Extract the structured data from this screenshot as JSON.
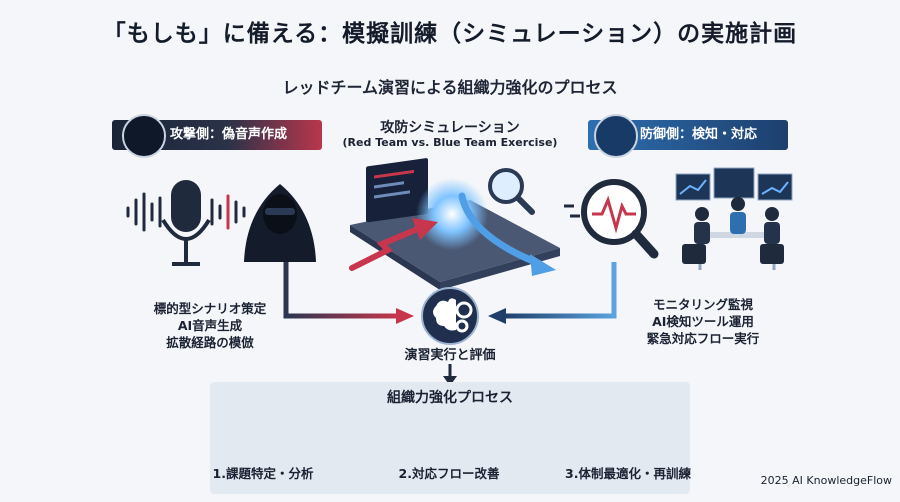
{
  "title": "「もしも」に備える：模擬訓練（シミュレーション）の実施計画",
  "subtitle": "レッドチーム演習による組織力強化のプロセス",
  "attack": {
    "label": "攻撃側：偽音声作成",
    "items": [
      "標的型シナリオ策定",
      "AI音声生成",
      "拡散経路の模倣"
    ]
  },
  "simulation": {
    "title": "攻防シミュレーション",
    "subtitle": "(Red Team vs. Blue Team Exercise)"
  },
  "defense": {
    "label": "防御側：検知・対応",
    "items": [
      "モニタリング監視",
      "AI検知ツール運用",
      "緊急対応フロー実行"
    ]
  },
  "execution": {
    "label": "演習実行と評価"
  },
  "process": {
    "title": "組織力強化プロセス",
    "steps": [
      "1.課題特定・分析",
      "2.対応フロー改善",
      "3.体制最適化・再訓練"
    ]
  },
  "credit": "2025 AI KnowledgeFlow",
  "colors": {
    "red": "#c7364c",
    "blue": "#1f4f86",
    "navy": "#0e1828"
  }
}
